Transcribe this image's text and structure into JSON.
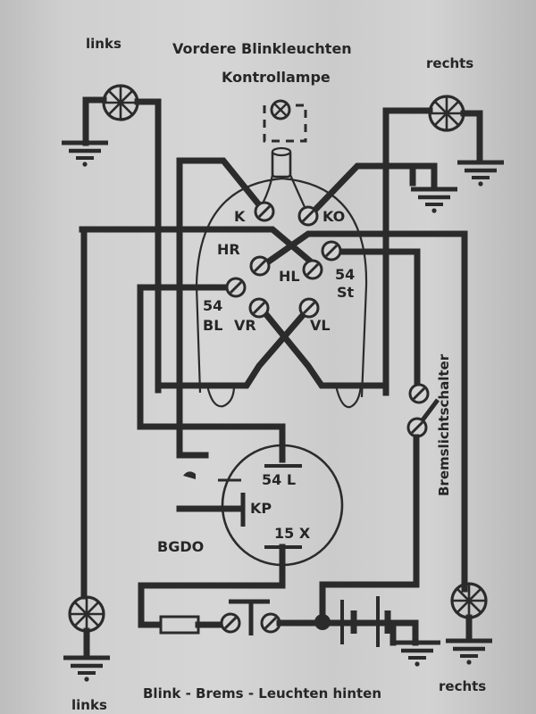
{
  "diagram": {
    "title_front": "Vordere Blinkleuchten",
    "title_control": "Kontrollampe",
    "front_left": "links",
    "front_right": "rechts",
    "rear_title": "Blink - Brems - Leuchten hinten",
    "rear_left": "links",
    "rear_right": "rechts",
    "brake_switch": "Bremslichtschalter",
    "relay_name": "BGDO",
    "switch_terminals": {
      "k": "K",
      "ko": "KO",
      "hr": "HR",
      "hl": "HL",
      "st_num": "54",
      "st_txt": "St",
      "bl_num": "54",
      "bl_txt": "BL",
      "vr": "VR",
      "vl": "VL"
    },
    "relay_terminals": {
      "t54l": "54 L",
      "kp": "KP",
      "t15x": "15 X"
    },
    "colors": {
      "ink": "#2b2b2b",
      "paper": "#d0d0d0"
    }
  }
}
